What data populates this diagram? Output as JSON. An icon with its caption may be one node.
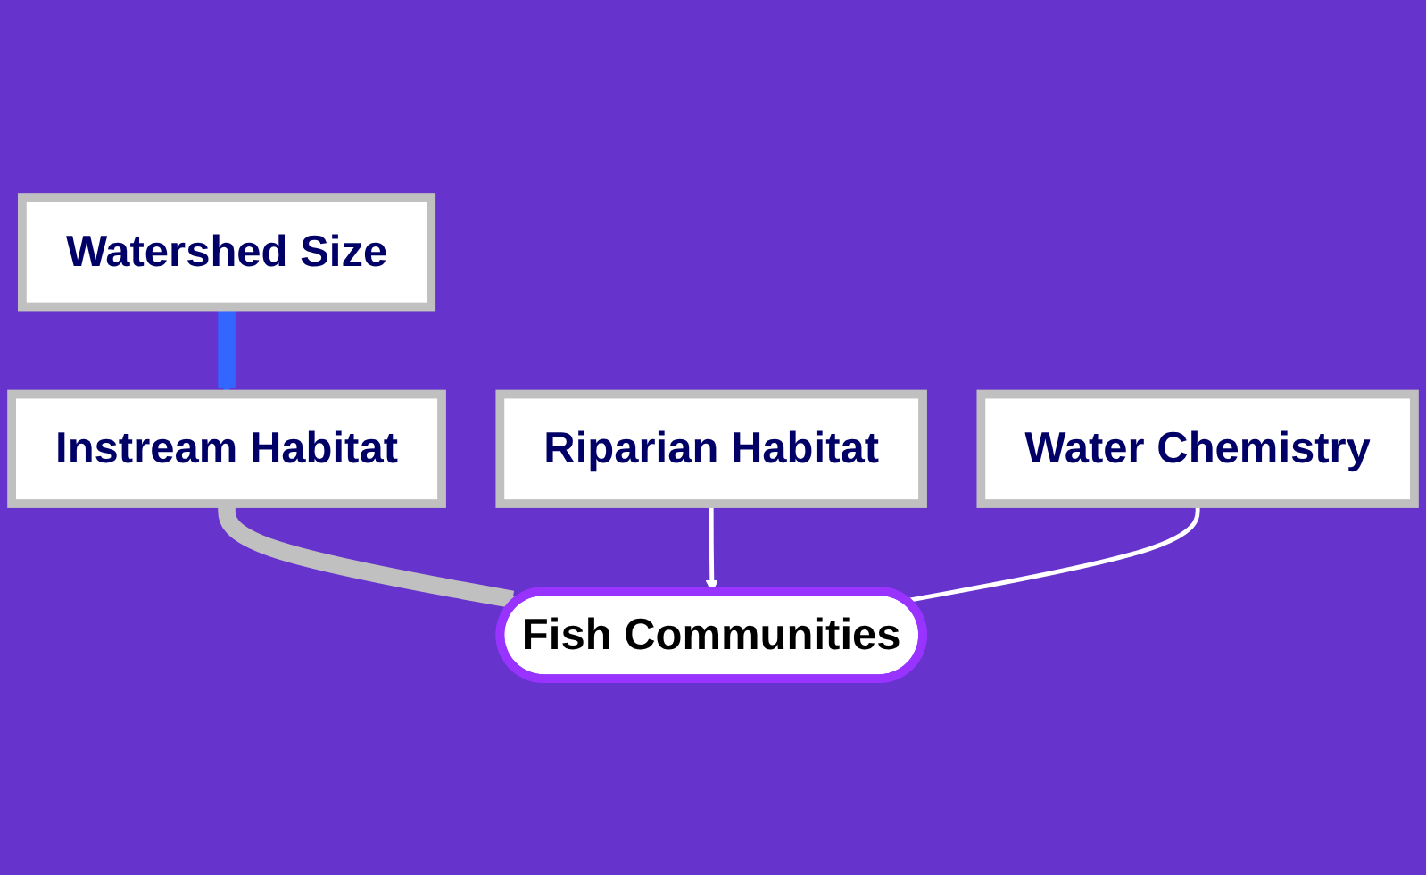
{
  "diagram": {
    "nodes": [
      {
        "text": [
          "Watershed Size"
        ]
      },
      {
        "text": [
          "Instream Habitat"
        ]
      },
      {
        "text": [
          "Riparian Habitat"
        ]
      },
      {
        "text": [
          "Water Chemistry"
        ]
      },
      {
        "text": [
          "Fish Communities"
        ]
      }
    ],
    "edges": [
      {
        "from": 0,
        "to": 1,
        "arrow": "to",
        "style": "thick",
        "color": "#3366ff"
      },
      {
        "from": 1,
        "to": 4,
        "arrow": "to",
        "style": "thick",
        "color": "#c0c0c0"
      },
      {
        "from": 2,
        "to": 4,
        "arrow": "to"
      },
      {
        "from": 3,
        "to": 4,
        "arrow": "none"
      }
    ]
  }
}
